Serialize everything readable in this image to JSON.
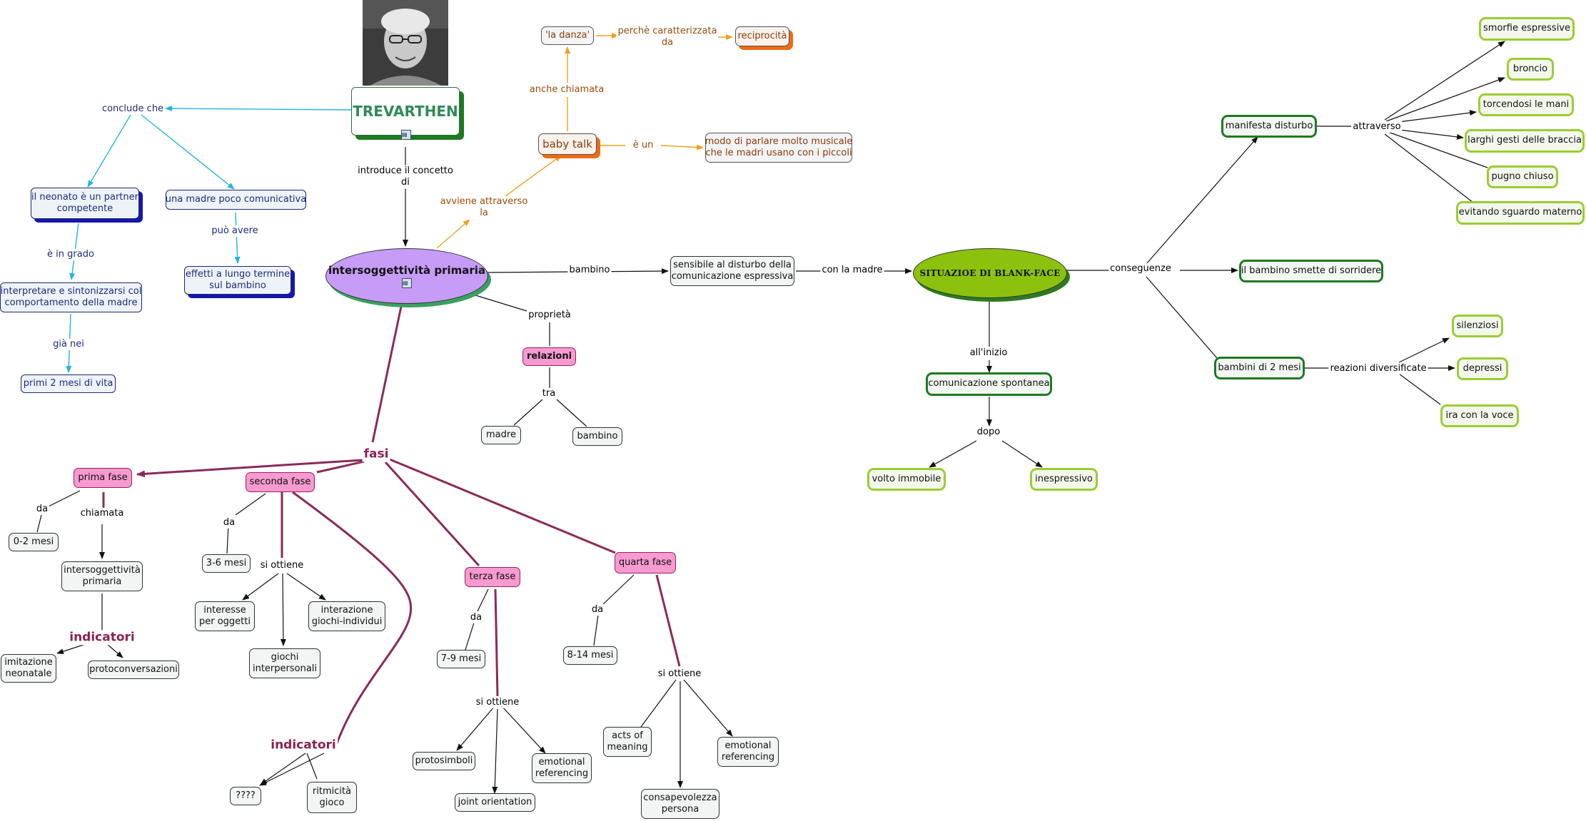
{
  "trevarthen": "TREVARTHEN",
  "links": {
    "conclude_che": "conclude che",
    "introduce": "introduce il concetto\ndi",
    "e_in_grado": "è in grado",
    "gia_nei": "già nei",
    "puo_avere": "può avere",
    "avviene": "avviene attraverso\nla",
    "anche_chiamata": "anche chiamata",
    "perche": "perchè caratterizzata\nda",
    "e_un": "è un",
    "bambino": "bambino",
    "con_la_madre": "con la madre",
    "proprieta": "proprietà",
    "tra": "tra",
    "fasi": "fasi",
    "da1": "da",
    "chiamata": "chiamata",
    "indicatori1": "indicatori",
    "da2": "da",
    "si_ottiene2": "si ottiene",
    "indicatori2": "indicatori",
    "da3": "da",
    "si_ottiene3": "si ottiene",
    "da4": "da",
    "si_ottiene4": "si ottiene",
    "conseguenze": "conseguenze",
    "attraverso": "attraverso",
    "reazioni": "reazioni diversificate",
    "all_inizio": "all'inizio",
    "dopo": "dopo"
  },
  "nodes": {
    "neonato": "il neonato è un partner\ncompetente",
    "madre_poco": "una madre poco comunicativa",
    "interpretare": "interpretare e sintonizzarsi col\ncomportamento della madre",
    "effetti": "effetti a lungo termine\nsul bambino",
    "primi2": "primi 2 mesi di vita",
    "la_danza": "'la danza'",
    "reciprocita": "reciprocità",
    "baby_talk": "baby talk",
    "modo": "modo di parlare molto musicale\nche le madri usano con i piccoli",
    "intersog": "intersoggettività primaria",
    "sensibile": "sensibile al disturbo della\ncomunicazione espressiva",
    "relazioni": "relazioni",
    "madre": "madre",
    "bambino": "bambino",
    "prima_fase": "prima fase",
    "seconda_fase": "seconda fase",
    "terza_fase": "terza fase",
    "quarta_fase": "quarta fase",
    "m0_2": "0-2 mesi",
    "intersog2": "intersoggettività\nprimaria",
    "imitazione": "imitazione\nneonatale",
    "protoconv": "protoconversazioni",
    "m3_6": "3-6 mesi",
    "interesse": "interesse\nper oggetti",
    "interazione": "interazione\ngiochi-individui",
    "giochi": "giochi\ninterpersonali",
    "qqqq": "????",
    "ritmicita": "ritmicità\ngioco",
    "m7_9": "7-9 mesi",
    "protosimboli": "protosimboli",
    "joint": "joint orientation",
    "emotional1": "emotional\nreferencing",
    "m8_14": "8-14 mesi",
    "acts": "acts of\nmeaning",
    "consapevolezza": "consapevolezza\npersona",
    "emotional2": "emotional\nreferencing",
    "blank_face": "SITUAZIOE DI BLANK-FACE",
    "manifesta": "manifesta disturbo",
    "smette": "il bambino smette di sorridere",
    "bambini2": "bambini di 2 mesi",
    "comunicazione": "comunicazione spontanea",
    "volto": "volto immobile",
    "inespressivo": "inespressivo",
    "smorfie": "smorfie espressive",
    "broncio": "broncio",
    "torcendosi": "torcendosi le mani",
    "larghi": "larghi gesti delle braccia",
    "pugno": "pugno chiuso",
    "evitando": "evitando sguardo materno",
    "silenziosi": "silenziosi",
    "depressi": "depressi",
    "ira": "ira con la voce"
  },
  "colors": {
    "intersog_fill": "#c79cf7",
    "blank_face_fill": "#8cc20e",
    "pink": "#f79ad0",
    "phase_line": "#8b2a5a",
    "trevarthen_text": "#2e8b57",
    "cyan_arrow": "#22b5e0",
    "orange_arrow": "#f0a020"
  }
}
